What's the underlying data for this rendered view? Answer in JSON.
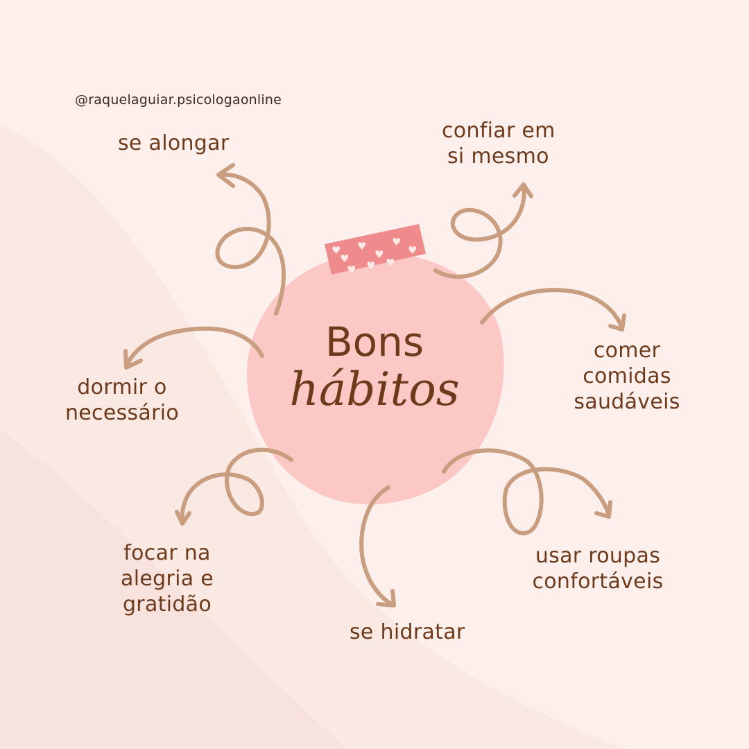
{
  "handle": "@raquelaguiar.psicologaonline",
  "center": {
    "line1": "Bons",
    "line2": "hábitos"
  },
  "habits": {
    "se_alongar": [
      "se alongar"
    ],
    "confiar": [
      "confiar em",
      "si mesmo"
    ],
    "dormir": [
      "dormir o",
      "necessário"
    ],
    "comer": [
      "comer",
      "comidas",
      "saudáveis"
    ],
    "focar": [
      "focar na",
      "alegria e",
      "gratidão"
    ],
    "roupas": [
      "usar roupas",
      "confortáveis"
    ],
    "hidratar": [
      "se hidratar"
    ]
  },
  "colors": {
    "background": "#fdf0ec",
    "circle": "#fbc8c6",
    "tape": "#f08b8d",
    "arrow": "#c99e80",
    "text": "#6e3a1c"
  }
}
